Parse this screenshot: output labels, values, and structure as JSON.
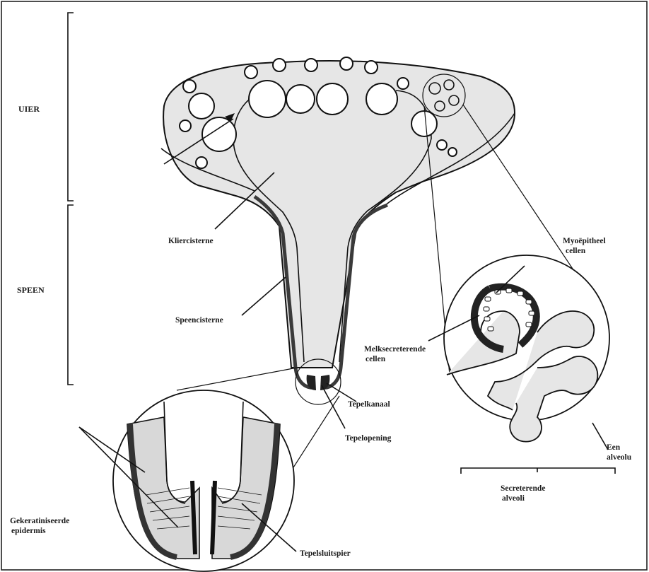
{
  "labels": {
    "uier": "UIER",
    "speen": "SPEEN",
    "kliercisterne": "Kliercisterne",
    "speencisterne": "Speencisterne",
    "myo_1": "Myoëpitheel",
    "myo_2": "cellen",
    "melk_1": "Melksecreterende",
    "melk_2": "cellen",
    "tepelkanaal": "Tepelkanaal",
    "tepelopening": "Tepelopening",
    "een_1": "Een",
    "een_2": "alveolu",
    "secr_1": "Secreterende",
    "secr_2": "alveoli",
    "gek_1": "Gekeratiniseerde",
    "gek_2": "epidermis",
    "tepelsluitspier": "Tepelsluitspier"
  },
  "colors": {
    "tissue": "#e6e6e6",
    "outline": "#111111",
    "teat_wall": "#3a3a3a"
  }
}
